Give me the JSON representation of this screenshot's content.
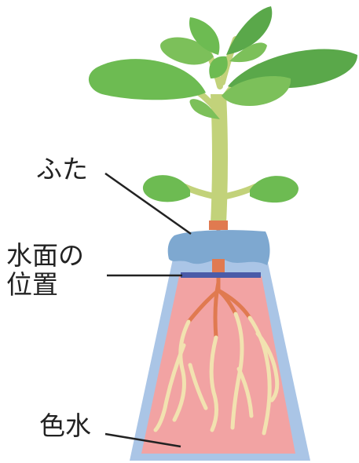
{
  "labels": {
    "lid": "ふた",
    "water_level_line1": "水面の",
    "water_level_line2": "位置",
    "colored_water": "色水"
  },
  "colors": {
    "container": "#aac5e6",
    "colored_water": "#f2a3a3",
    "lid": "#7ea8d0",
    "water_line": "#4a5ba8",
    "stem": "#c2d27a",
    "leaf_dark": "#5aa84a",
    "leaf_light": "#7cc05a",
    "root_main": "#e07a50",
    "root_fine": "#f2e2b0"
  }
}
